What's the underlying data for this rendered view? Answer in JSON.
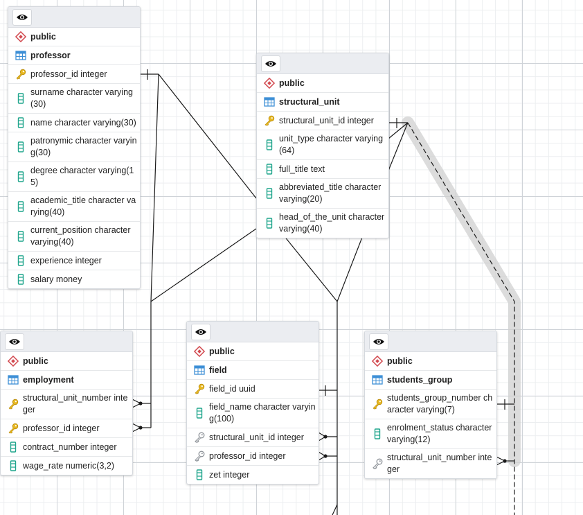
{
  "tables": [
    {
      "id": "professor",
      "schema": "public",
      "name": "professor",
      "columns": [
        {
          "text": "professor_id integer",
          "kind": "pk"
        },
        {
          "text": "surname character varying(30)",
          "kind": "col"
        },
        {
          "text": "name character varying(30)",
          "kind": "col"
        },
        {
          "text": "patronymic character varying(30)",
          "kind": "col"
        },
        {
          "text": "degree character varying(15)",
          "kind": "col"
        },
        {
          "text": "academic_title character varying(40)",
          "kind": "col"
        },
        {
          "text": "current_position character varying(40)",
          "kind": "col"
        },
        {
          "text": "experience integer",
          "kind": "col"
        },
        {
          "text": "salary money",
          "kind": "col"
        }
      ]
    },
    {
      "id": "structural_unit",
      "schema": "public",
      "name": "structural_unit",
      "columns": [
        {
          "text": "structural_unit_id integer",
          "kind": "pk"
        },
        {
          "text": "unit_type character varying(64)",
          "kind": "col"
        },
        {
          "text": "full_title text",
          "kind": "col"
        },
        {
          "text": "abbreviated_title character varying(20)",
          "kind": "col"
        },
        {
          "text": "head_of_the_unit character varying(40)",
          "kind": "col"
        }
      ]
    },
    {
      "id": "employment",
      "schema": "public",
      "name": "employment",
      "columns": [
        {
          "text": "structural_unit_number integer",
          "kind": "pk"
        },
        {
          "text": "professor_id integer",
          "kind": "pk"
        },
        {
          "text": "contract_number integer",
          "kind": "col"
        },
        {
          "text": "wage_rate numeric(3,2)",
          "kind": "col"
        }
      ]
    },
    {
      "id": "field",
      "schema": "public",
      "name": "field",
      "columns": [
        {
          "text": "field_id uuid",
          "kind": "pk"
        },
        {
          "text": "field_name character varying(100)",
          "kind": "col"
        },
        {
          "text": "structural_unit_id integer",
          "kind": "fk"
        },
        {
          "text": "professor_id integer",
          "kind": "fk"
        },
        {
          "text": "zet integer",
          "kind": "col"
        }
      ]
    },
    {
      "id": "students_group",
      "schema": "public",
      "name": "students_group",
      "columns": [
        {
          "text": "students_group_number character varying(7)",
          "kind": "pk"
        },
        {
          "text": "enrolment_status character varying(12)",
          "kind": "col"
        },
        {
          "text": "structural_unit_number integer",
          "kind": "fk"
        }
      ]
    }
  ],
  "colors": {
    "schema_icon": "#d2494f",
    "table_icon": "#3d8fd6",
    "column_icon": "#1fa58c",
    "pk_icon": "#e8b923",
    "fk_icon": "#8f949a",
    "link_line": "#1a1a1a",
    "highlight": "#c8c8c8"
  }
}
